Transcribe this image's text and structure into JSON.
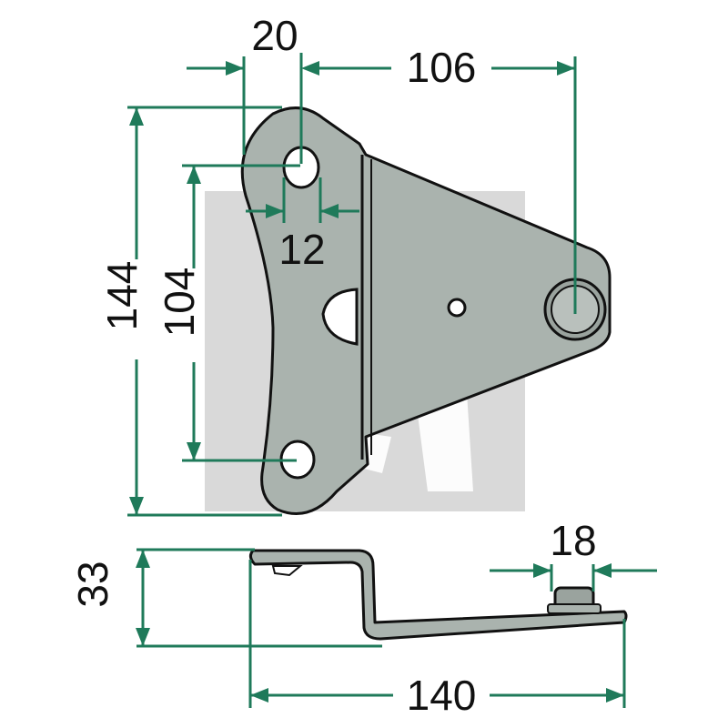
{
  "dimensions": {
    "width_top": "20",
    "offset_top": "106",
    "hole_dia": "12",
    "height_total": "144",
    "hole_spacing": "104",
    "depth": "33",
    "boss_dia": "18",
    "length_side": "140"
  },
  "colors": {
    "dimension_line": "#1f7a5a",
    "part_fill": "#aab3ae",
    "outline": "#111111",
    "watermark": "#d9d9d9"
  }
}
